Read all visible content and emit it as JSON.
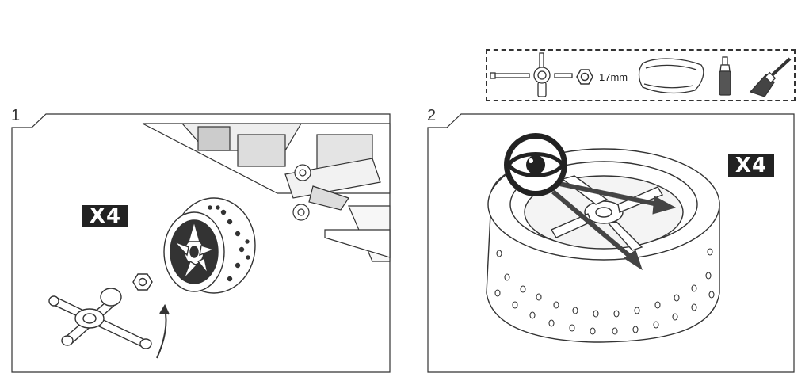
{
  "steps": [
    {
      "number": "1",
      "badge": "X4"
    },
    {
      "number": "2",
      "badge": "X4"
    }
  ],
  "tools": {
    "items": [
      "cross-wrench-icon",
      "hex-nut-icon",
      "cloth-icon",
      "thread-lock-bottle-icon",
      "brush-icon"
    ],
    "nut_size": "17mm"
  },
  "icons": {
    "inspect": "eye-icon",
    "direction": "curved-arrow-icon"
  },
  "colors": {
    "line": "#333333",
    "badge_bg": "#222222",
    "badge_fg": "#ffffff",
    "arrow": "#444444"
  }
}
